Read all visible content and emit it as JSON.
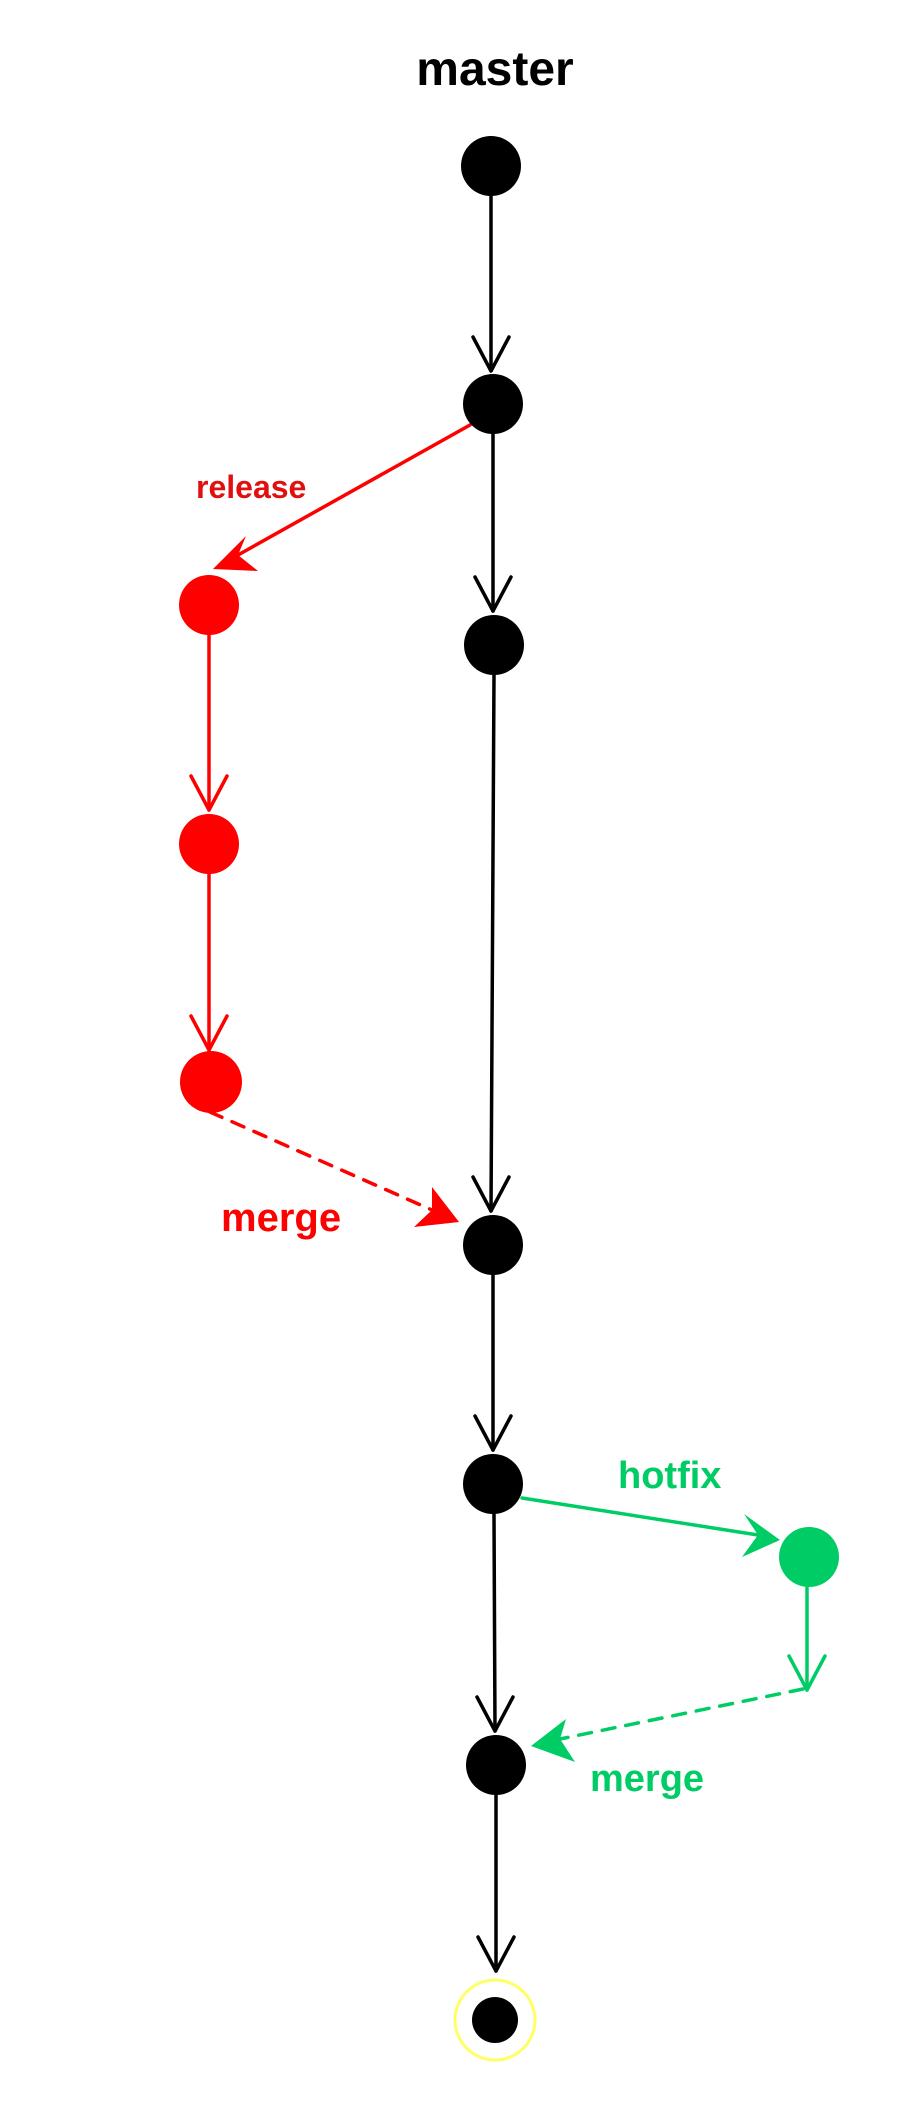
{
  "title": "master",
  "labels": {
    "release": "release",
    "release_merge": "merge",
    "hotfix": "hotfix",
    "hotfix_merge": "merge"
  },
  "colors": {
    "master": "#000000",
    "release": "#ff0000",
    "hotfix": "#00cc66",
    "end_ring": "#ffff66"
  },
  "nodes": {
    "master": [
      "master-commit-1",
      "master-commit-2",
      "master-commit-3",
      "master-commit-4",
      "master-commit-5",
      "master-commit-6",
      "master-commit-end"
    ],
    "release": [
      "release-commit-1",
      "release-commit-2",
      "release-commit-3"
    ],
    "hotfix": [
      "hotfix-commit-1"
    ]
  }
}
